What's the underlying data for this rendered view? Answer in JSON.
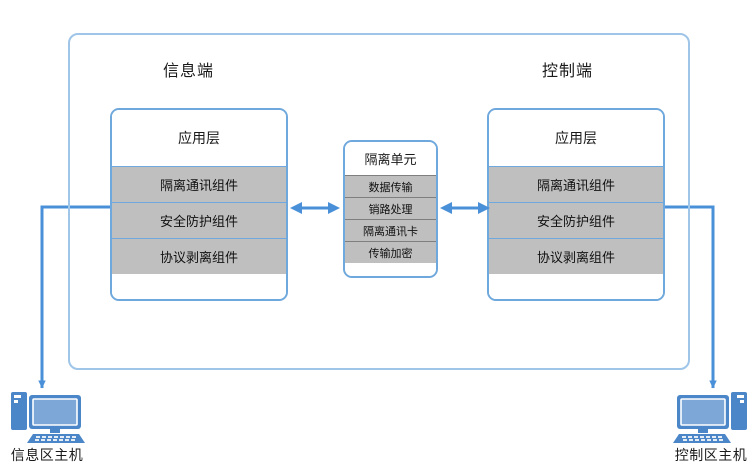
{
  "diagram": {
    "title_left": "信息端",
    "title_right": "控制端",
    "colors": {
      "frame_blue": "#9fc5e8",
      "box_blue": "#6fa8dc",
      "band_gray": "#bfbfbf",
      "arrow_blue": "#4a90d9",
      "icon_blue": "#4a86c8"
    }
  },
  "left_stack": {
    "head": "应用层",
    "bands": [
      "隔离通讯组件",
      "安全防护组件",
      "协议剥离组件"
    ]
  },
  "right_stack": {
    "head": "应用层",
    "bands": [
      "隔离通讯组件",
      "安全防护组件",
      "协议剥离组件"
    ]
  },
  "isolation_unit": {
    "head": "隔离单元",
    "bands": [
      "数据传输",
      "销路处理",
      "隔离通讯卡",
      "传输加密"
    ]
  },
  "hosts": {
    "left": {
      "label": "信息区主机",
      "icon": "desktop-computer-icon"
    },
    "right": {
      "label": "控制区主机",
      "icon": "desktop-computer-icon"
    }
  },
  "connectors": {
    "left_bidirectional": "double-headed-arrow-icon",
    "right_bidirectional": "double-headed-arrow-icon",
    "left_host_link": "arrow-down-icon",
    "right_host_link": "arrow-down-icon"
  }
}
